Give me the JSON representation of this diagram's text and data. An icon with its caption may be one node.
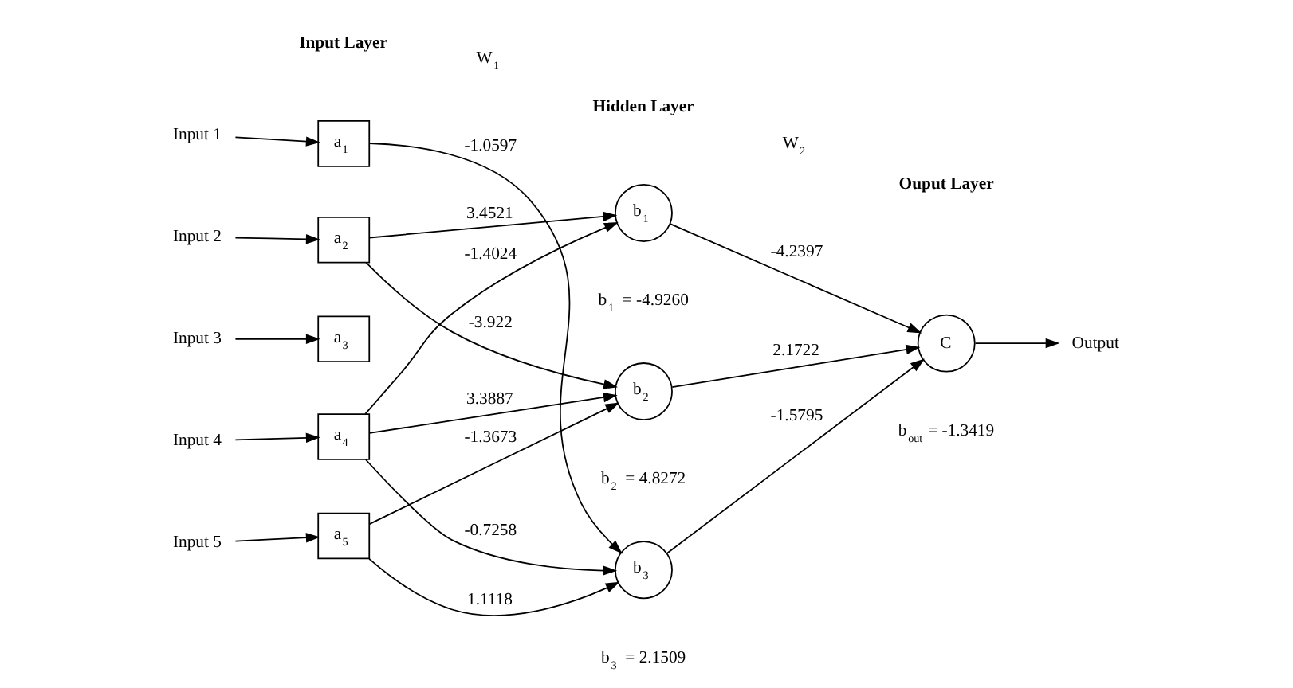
{
  "diagram": {
    "nodes": [
      {
        "text": [
          "Input 1"
        ]
      },
      {
        "text": [
          "Input 2"
        ]
      },
      {
        "text": [
          "Input 3"
        ]
      },
      {
        "text": [
          "Input 4"
        ]
      },
      {
        "text": [
          "Input 5"
        ]
      },
      {
        "text": [
          "a$_{1}$"
        ]
      },
      {
        "text": [
          "a$_{2}$"
        ]
      },
      {
        "text": [
          "a$_{3}$"
        ]
      },
      {
        "text": [
          "a$_{4}$"
        ]
      },
      {
        "text": [
          "a$_{5}$"
        ]
      },
      {
        "text": [
          "b$_{1}$"
        ],
        "beside": [
          "b$_{1}$ = -4.9260"
        ]
      },
      {
        "text": [
          "b$_{2}$"
        ],
        "beside": [
          "b$_{2}$ = 4.8272"
        ]
      },
      {
        "text": [
          "b$_{3}$"
        ],
        "beside": [
          "b$_{3}$ = 2.1509"
        ]
      },
      {
        "text": [
          "C"
        ],
        "beside": [
          "b$_{out}$ = -1.3419"
        ]
      },
      {
        "text": [
          "Output"
        ]
      }
    ],
    "edges": [
      {
        "from": 0,
        "to": 5,
        "arrow": "to"
      },
      {
        "from": 1,
        "to": 6,
        "arrow": "to"
      },
      {
        "from": 2,
        "to": 7,
        "arrow": "to"
      },
      {
        "from": 3,
        "to": 8,
        "arrow": "to"
      },
      {
        "from": 4,
        "to": 9,
        "arrow": "to"
      },
      {
        "from": 5,
        "to": 12,
        "arrow": "to",
        "label": "-1.0597"
      },
      {
        "from": 6,
        "to": 10,
        "arrow": "to",
        "label": "3.4521"
      },
      {
        "from": 6,
        "to": 11,
        "arrow": "to",
        "label": "-3.922"
      },
      {
        "from": 8,
        "to": 10,
        "arrow": "to",
        "label": "-1.4024"
      },
      {
        "from": 8,
        "to": 11,
        "arrow": "to",
        "label": "3.3887"
      },
      {
        "from": 8,
        "to": 12,
        "arrow": "to",
        "label": "-0.7258"
      },
      {
        "from": 9,
        "to": 11,
        "arrow": "to",
        "label": "-1.3673"
      },
      {
        "from": 9,
        "to": 12,
        "arrow": "to",
        "label": "1.1118"
      },
      {
        "from": 10,
        "to": 13,
        "arrow": "to",
        "label": "-4.2397"
      },
      {
        "from": 11,
        "to": 13,
        "arrow": "to",
        "label": "2.1722"
      },
      {
        "from": 12,
        "to": 13,
        "arrow": "to",
        "label": "-1.5795"
      },
      {
        "from": 13,
        "to": 14,
        "arrow": "to"
      }
    ],
    "labels": [
      "Input Layer",
      "Hidden Layer",
      "Ouput Layer",
      "W$_{1}$",
      "W$_{2}$"
    ]
  }
}
